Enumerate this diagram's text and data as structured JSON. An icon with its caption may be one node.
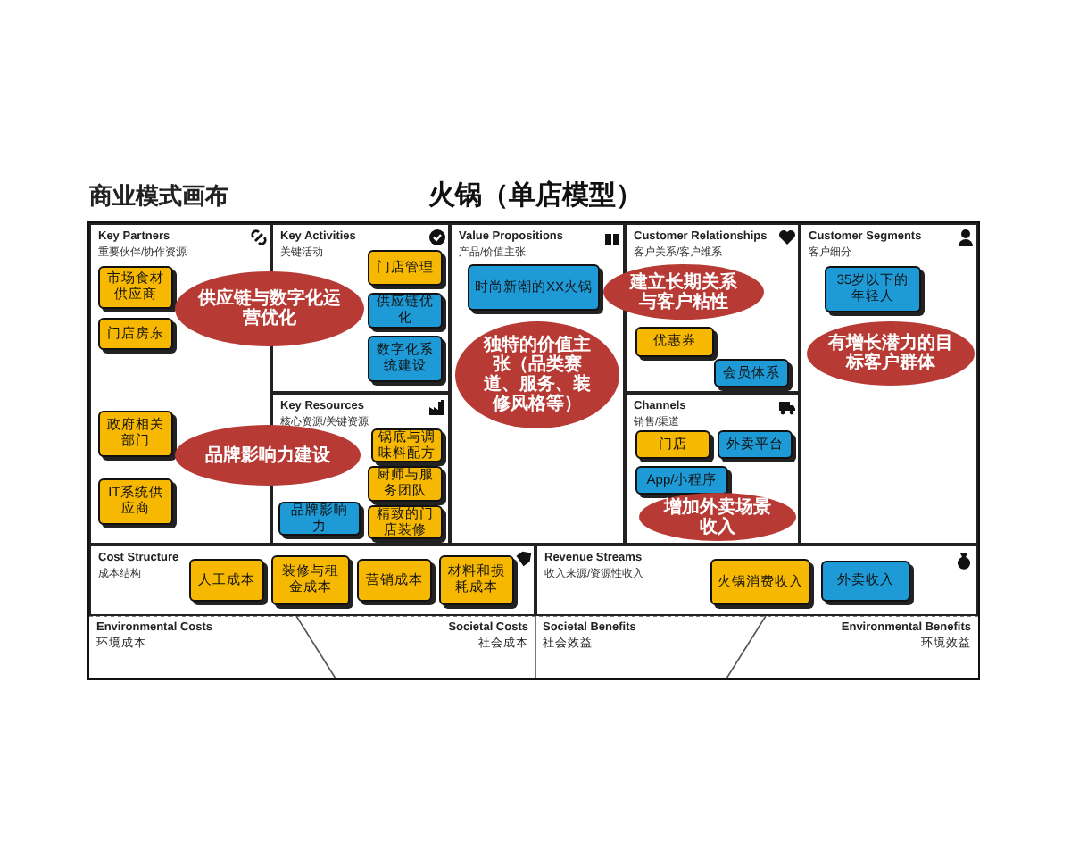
{
  "diagram": {
    "title": "火锅（单店模型）",
    "nodes": [
      {
        "text": [
          "Key Partners",
          "重要伙伴/协作资源"
        ]
      },
      {
        "text": [
          "市场食材供应商"
        ],
        "in": 0
      },
      {
        "text": [
          "门店房东"
        ],
        "in": 0
      },
      {
        "text": [
          "政府相关部门"
        ],
        "in": 0
      },
      {
        "text": [
          "IT系统供应商"
        ],
        "in": 0
      },
      {
        "text": [
          "Key Activities",
          "关键活动"
        ]
      },
      {
        "text": [
          "门店管理"
        ],
        "in": 5
      },
      {
        "text": [
          "供应链优化"
        ],
        "in": 5
      },
      {
        "text": [
          "数字化系统建设"
        ],
        "in": 5
      },
      {
        "text": [
          "Key Resources",
          "核心资源/关键资源"
        ]
      },
      {
        "text": [
          "锅底与调味料配方"
        ],
        "in": 9
      },
      {
        "text": [
          "厨师与服务团队"
        ],
        "in": 9
      },
      {
        "text": [
          "品牌影响力"
        ],
        "in": 9
      },
      {
        "text": [
          "精致的门店装修"
        ],
        "in": 9
      },
      {
        "text": [
          "Value Propositions",
          "产品/价值主张"
        ]
      },
      {
        "text": [
          "时尚新潮的XX火锅"
        ],
        "in": 14
      },
      {
        "text": [
          "Customer Relationships",
          "客户关系/客户维系"
        ]
      },
      {
        "text": [
          "优惠券"
        ],
        "in": 16
      },
      {
        "text": [
          "会员体系"
        ],
        "in": 16
      },
      {
        "text": [
          "Channels",
          "销售/渠道"
        ]
      },
      {
        "text": [
          "门店"
        ],
        "in": 19
      },
      {
        "text": [
          "外卖平台"
        ],
        "in": 19
      },
      {
        "text": [
          "App/小程序"
        ],
        "in": 19
      },
      {
        "text": [
          "Customer Segments",
          "客户细分"
        ]
      },
      {
        "text": [
          "35岁以下的年轻人"
        ],
        "in": 23
      },
      {
        "text": [
          "Cost Structure",
          "成本结构"
        ]
      },
      {
        "text": [
          "人工成本"
        ],
        "in": 25
      },
      {
        "text": [
          "装修与租金成本"
        ],
        "in": 25
      },
      {
        "text": [
          "营销成本"
        ],
        "in": 25
      },
      {
        "text": [
          "材料和损耗成本"
        ],
        "in": 25
      },
      {
        "text": [
          "Revenue Streams",
          "收入来源/资源性收入"
        ]
      },
      {
        "text": [
          "火锅消费收入"
        ],
        "in": 30
      },
      {
        "text": [
          "外卖收入"
        ],
        "in": 30
      },
      {
        "text": [
          "供应链与数字化运营优化"
        ]
      },
      {
        "text": [
          "品牌影响力建设"
        ]
      },
      {
        "text": [
          "独特的价值主张（品类赛道、服务、装修风格等）"
        ],
        "in": 14
      },
      {
        "text": [
          "建立长期关系与客户粘性"
        ]
      },
      {
        "text": [
          "有增长潜力的目标客户群体"
        ],
        "in": 23
      },
      {
        "text": [
          "增加外卖场景收入"
        ],
        "in": 19
      }
    ],
    "labels": [
      "商业模式画布",
      "Environmental Costs",
      "环境成本",
      "Societal Costs",
      "社会成本",
      "Societal Benefits",
      "社会效益",
      "Environmental Benefits",
      "环境效益"
    ]
  }
}
